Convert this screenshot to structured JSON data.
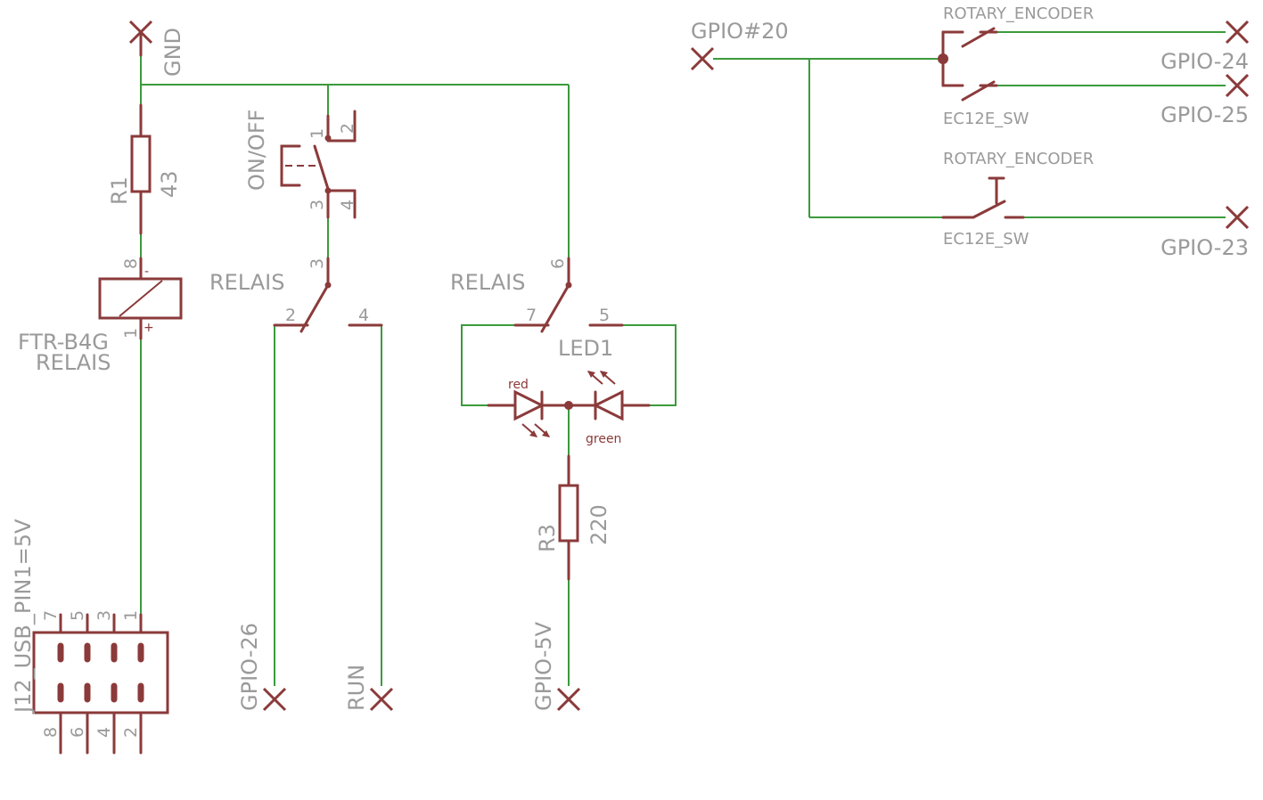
{
  "colors": {
    "wire": "#3c9a3c",
    "component": "#8b3a3a",
    "label": "#9a9a9a"
  },
  "labels": {
    "gnd": "GND",
    "r1_name": "R1",
    "r1_value": "43",
    "onoff": "ON/OFF",
    "relay_coil_name": "FTR-B4G",
    "relay_coil_type": "RELAIS",
    "relais_a": "RELAIS",
    "relais_b": "RELAIS",
    "led1": "LED1",
    "led_red": "red",
    "led_green": "green",
    "r3_name": "R3",
    "r3_value": "220",
    "j12": "J12_USB_PIN1=5V",
    "gpio26": "GPIO-26",
    "run": "RUN",
    "gpio5v": "GPIO-5V",
    "gpio20": "GPIO#20",
    "rot_enc_1": "ROTARY_ENCODER",
    "ec12e_1": "EC12E_SW",
    "rot_enc_2": "ROTARY_ENCODER",
    "ec12e_2": "EC12E_SW",
    "gpio24": "GPIO-24",
    "gpio25": "GPIO-25",
    "gpio23": "GPIO-23",
    "coil_minus": "-",
    "coil_plus": "+"
  },
  "pins": {
    "onoff_p1": "1",
    "onoff_p2": "2",
    "onoff_p3": "3",
    "onoff_p4": "4",
    "coil_p8": "8",
    "coil_p1": "1",
    "relA_p3": "3",
    "relA_p2": "2",
    "relA_p4": "4",
    "relB_p6": "6",
    "relB_p7": "7",
    "relB_p5": "5",
    "j12_top": [
      "7",
      "5",
      "3",
      "1"
    ],
    "j12_bottom": [
      "8",
      "6",
      "4",
      "2"
    ]
  }
}
